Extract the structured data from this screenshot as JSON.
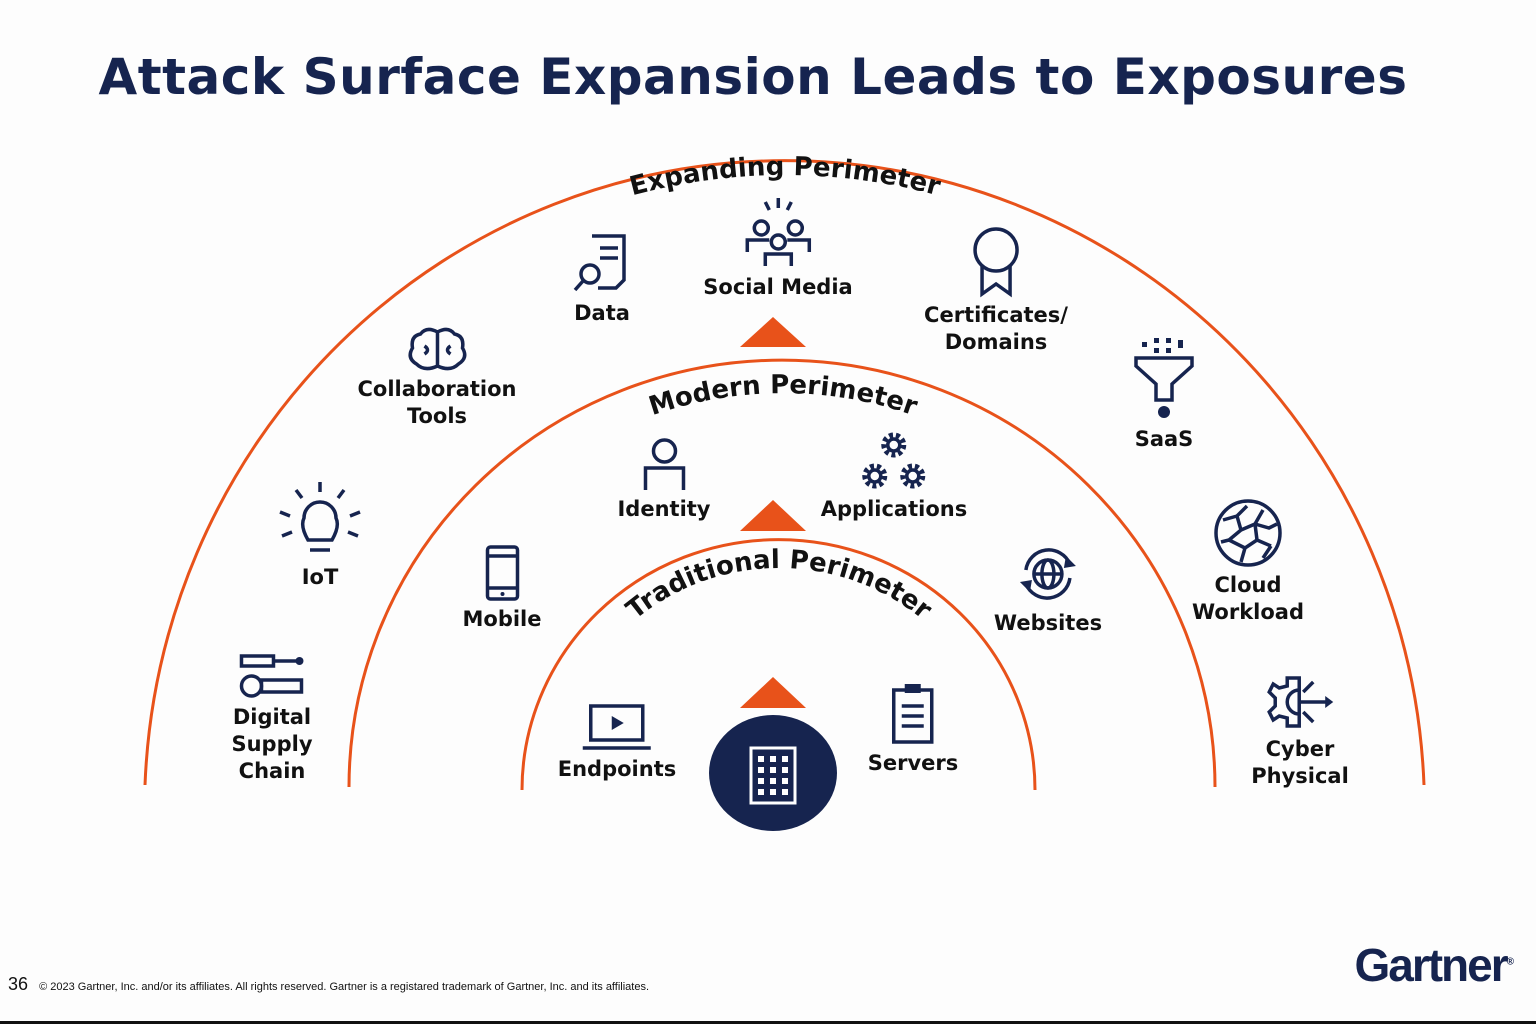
{
  "title": "Attack Surface Expansion Leads to Exposures",
  "perimeters": {
    "expanding": "Expanding Perimeter",
    "modern": "Modern Perimeter",
    "traditional": "Traditional Perimeter"
  },
  "expanding_items": {
    "digital_supply_chain": [
      "Digital",
      "Supply",
      "Chain"
    ],
    "iot": "IoT",
    "collaboration_tools": [
      "Collaboration",
      "Tools"
    ],
    "data": "Data",
    "social_media": "Social Media",
    "certificates_domains": [
      "Certificates/",
      "Domains"
    ],
    "saas": "SaaS",
    "cloud_workload": [
      "Cloud",
      "Workload"
    ],
    "cyber_physical": [
      "Cyber",
      "Physical"
    ]
  },
  "modern_items": {
    "mobile": "Mobile",
    "identity": "Identity",
    "applications": "Applications",
    "websites": "Websites"
  },
  "traditional_items": {
    "endpoints": "Endpoints",
    "servers": "Servers"
  },
  "colors": {
    "arc": "#e8521a",
    "navy": "#16244f"
  },
  "footer": {
    "page_number": "36",
    "copyright": "© 2023 Gartner, Inc. and/or its affiliates. All rights reserved. Gartner is a registared trademark of Gartner, Inc. and its affiliates.",
    "logo": "Gartner"
  }
}
